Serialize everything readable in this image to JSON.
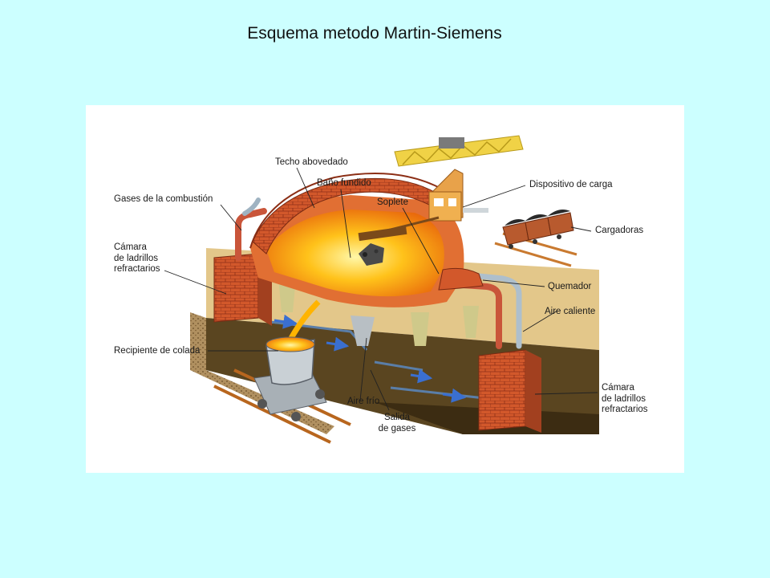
{
  "slide": {
    "title": "Esquema metodo Martin-Siemens"
  },
  "labels": {
    "techo": "Techo abovedado",
    "bano": "Baño fundido",
    "soplete": "Soplete",
    "dispositivo": "Dispositivo de carga",
    "gases_combustion": "Gases de la combustión",
    "cargadoras": "Cargadoras",
    "camara_izq": "Cámara\nde ladrillos\nrefractarios",
    "quemador": "Quemador",
    "aire_caliente": "Aire caliente",
    "recipiente": "Recipiente de colada",
    "camara_der": "Cámara\nde ladrillos\nrefractarios",
    "aire_frio": "Aire frío",
    "salida": "Salida\nde gases"
  },
  "colors": {
    "background": "#ccffff",
    "panel": "#ffffff",
    "brick": "#c8502a",
    "molten": "#ffb400",
    "crane": "#f0d246",
    "ground": "#5a4520",
    "flow_arrow": "#3a6fd0"
  }
}
